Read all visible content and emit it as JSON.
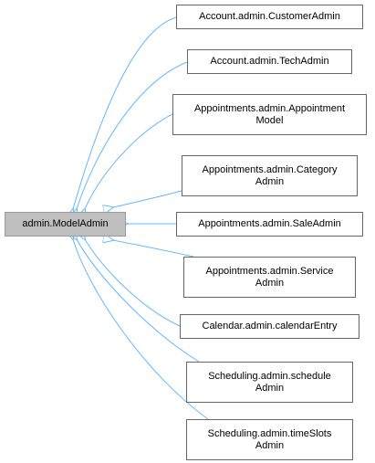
{
  "base_class": {
    "label": "admin.ModelAdmin"
  },
  "derived_classes": [
    {
      "lines": [
        "Account.admin.CustomerAdmin"
      ]
    },
    {
      "lines": [
        "Account.admin.TechAdmin"
      ]
    },
    {
      "lines": [
        "Appointments.admin.Appointment",
        "Model"
      ]
    },
    {
      "lines": [
        "Appointments.admin.Category",
        "Admin"
      ]
    },
    {
      "lines": [
        "Appointments.admin.SaleAdmin"
      ]
    },
    {
      "lines": [
        "Appointments.admin.Service",
        "Admin"
      ]
    },
    {
      "lines": [
        "Calendar.admin.calendarEntry"
      ]
    },
    {
      "lines": [
        "Scheduling.admin.schedule",
        "Admin"
      ]
    },
    {
      "lines": [
        "Scheduling.admin.timeSlots",
        "Admin"
      ]
    }
  ],
  "colors": {
    "edge": "#63b8ff",
    "node_border": "#666666",
    "base_fill": "#bfbfbf"
  }
}
